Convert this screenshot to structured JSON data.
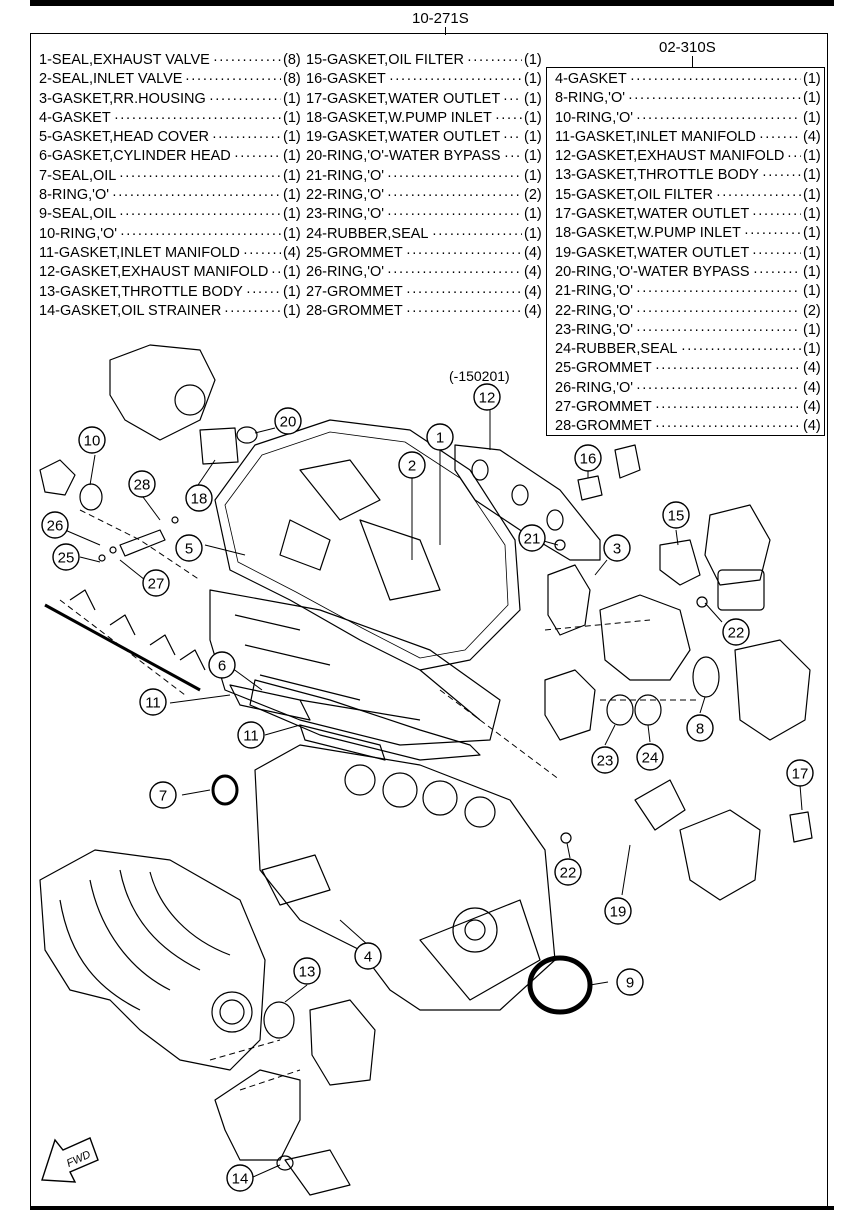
{
  "header": {
    "kit_code": "10-271S",
    "sub_kit_code": "02-310S",
    "range_note": "(-150201)",
    "fwd_label": "FWD"
  },
  "left_list_col1": [
    {
      "name": "1-SEAL,EXHAUST VALVE",
      "qty": "(8)"
    },
    {
      "name": "2-SEAL,INLET VALVE",
      "qty": "(8)"
    },
    {
      "name": "3-GASKET,RR.HOUSING",
      "qty": "(1)"
    },
    {
      "name": "4-GASKET",
      "qty": "(1)"
    },
    {
      "name": "5-GASKET,HEAD COVER",
      "qty": "(1)"
    },
    {
      "name": "6-GASKET,CYLINDER HEAD",
      "qty": "(1)"
    },
    {
      "name": "7-SEAL,OIL",
      "qty": "(1)"
    },
    {
      "name": "8-RING,'O'",
      "qty": "(1)"
    },
    {
      "name": "9-SEAL,OIL",
      "qty": "(1)"
    },
    {
      "name": "10-RING,'O'",
      "qty": "(1)"
    },
    {
      "name": "11-GASKET,INLET MANIFOLD",
      "qty": "(4)"
    },
    {
      "name": "12-GASKET,EXHAUST MANIFOLD",
      "qty": "(1)"
    },
    {
      "name": "13-GASKET,THROTTLE BODY",
      "qty": "(1)"
    },
    {
      "name": "14-GASKET,OIL STRAINER",
      "qty": "(1)"
    }
  ],
  "left_list_col2": [
    {
      "name": "15-GASKET,OIL FILTER",
      "qty": "(1)"
    },
    {
      "name": "16-GASKET",
      "qty": "(1)"
    },
    {
      "name": "17-GASKET,WATER OUTLET",
      "qty": "(1)"
    },
    {
      "name": "18-GASKET,W.PUMP INLET",
      "qty": "(1)"
    },
    {
      "name": "19-GASKET,WATER OUTLET",
      "qty": "(1)"
    },
    {
      "name": "20-RING,'O'-WATER BYPASS",
      "qty": "(1)"
    },
    {
      "name": "21-RING,'O'",
      "qty": "(1)"
    },
    {
      "name": "22-RING,'O'",
      "qty": "(2)"
    },
    {
      "name": "23-RING,'O'",
      "qty": "(1)"
    },
    {
      "name": "24-RUBBER,SEAL",
      "qty": "(1)"
    },
    {
      "name": "25-GROMMET",
      "qty": "(4)"
    },
    {
      "name": "26-RING,'O'",
      "qty": "(4)"
    },
    {
      "name": "27-GROMMET",
      "qty": "(4)"
    },
    {
      "name": "28-GROMMET",
      "qty": "(4)"
    }
  ],
  "sub_kit_list": [
    {
      "name": "4-GASKET",
      "qty": "(1)"
    },
    {
      "name": "8-RING,'O'",
      "qty": "(1)"
    },
    {
      "name": "10-RING,'O'",
      "qty": "(1)"
    },
    {
      "name": "11-GASKET,INLET MANIFOLD",
      "qty": "(4)"
    },
    {
      "name": "12-GASKET,EXHAUST MANIFOLD",
      "qty": "(1)"
    },
    {
      "name": "13-GASKET,THROTTLE BODY",
      "qty": "(1)"
    },
    {
      "name": "15-GASKET,OIL FILTER",
      "qty": "(1)"
    },
    {
      "name": "17-GASKET,WATER OUTLET",
      "qty": "(1)"
    },
    {
      "name": "18-GASKET,W.PUMP INLET",
      "qty": "(1)"
    },
    {
      "name": "19-GASKET,WATER OUTLET",
      "qty": "(1)"
    },
    {
      "name": "20-RING,'O'-WATER BYPASS",
      "qty": "(1)"
    },
    {
      "name": "21-RING,'O'",
      "qty": "(1)"
    },
    {
      "name": "22-RING,'O'",
      "qty": "(2)"
    },
    {
      "name": "23-RING,'O'",
      "qty": "(1)"
    },
    {
      "name": "24-RUBBER,SEAL",
      "qty": "(1)"
    },
    {
      "name": "25-GROMMET",
      "qty": "(4)"
    },
    {
      "name": "26-RING,'O'",
      "qty": "(4)"
    },
    {
      "name": "27-GROMMET",
      "qty": "(4)"
    },
    {
      "name": "28-GROMMET",
      "qty": "(4)"
    }
  ],
  "callouts": [
    "1",
    "2",
    "3",
    "4",
    "5",
    "6",
    "7",
    "8",
    "9",
    "10",
    "11",
    "11",
    "12",
    "13",
    "14",
    "15",
    "16",
    "17",
    "19",
    "20",
    "21",
    "22",
    "22",
    "23",
    "24",
    "25",
    "26",
    "27",
    "28",
    "18"
  ]
}
